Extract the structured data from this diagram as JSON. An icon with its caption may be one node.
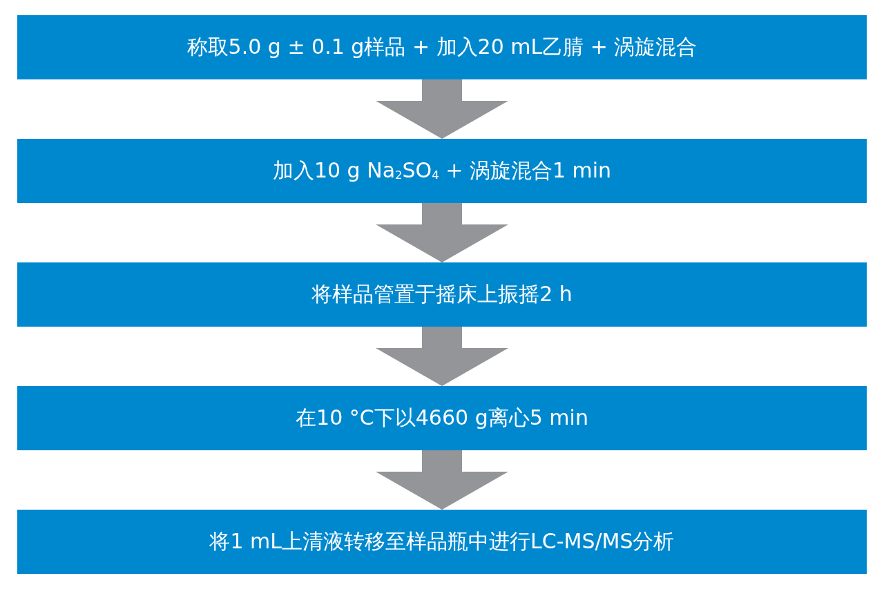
{
  "diagram": {
    "nodes": [
      {
        "text": [
          "称取5.0 g ± 0.1 g样品 + 加入20 mL乙腈 + 涡旋混合"
        ]
      },
      {
        "text": [
          "加入10 g Na$_{2}$SO$_{4}$ + 涡旋混合1 min"
        ]
      },
      {
        "text": [
          "将样品管置于摇床上振摇2 h"
        ]
      },
      {
        "text": [
          "在10 °C下以4660 g离心5 min"
        ]
      },
      {
        "text": [
          "将1 mL上清液转移至样品瓶中进行LC-MS/MS分析"
        ]
      }
    ],
    "edges": [
      {
        "from": 0,
        "to": 1,
        "arrow": "to"
      },
      {
        "from": 1,
        "to": 2,
        "arrow": "to"
      },
      {
        "from": 2,
        "to": 3,
        "arrow": "to"
      },
      {
        "from": 3,
        "to": 4,
        "arrow": "to"
      }
    ]
  }
}
